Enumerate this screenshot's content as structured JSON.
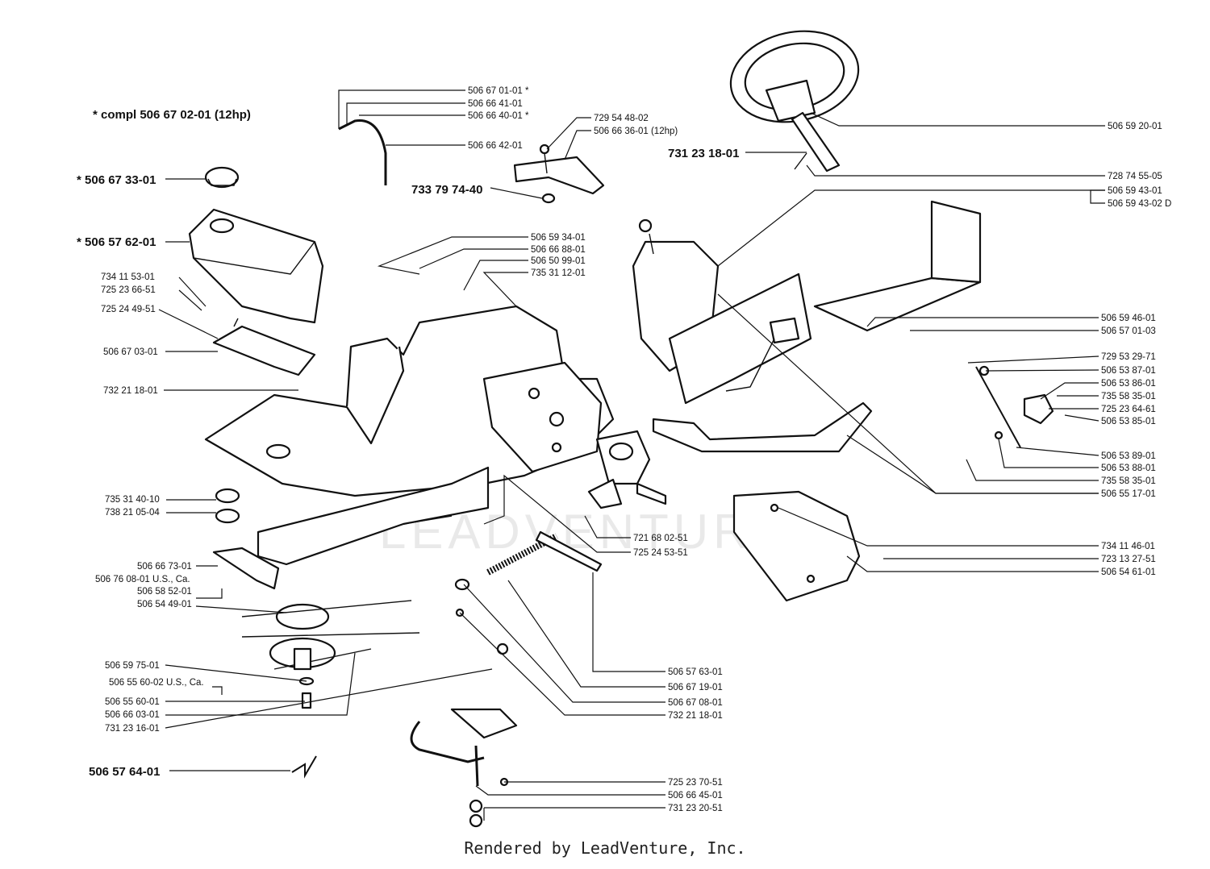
{
  "note": "* compl 506 67 02-01 (12hp)",
  "watermark": "LEADVENTURE",
  "footer": "Rendered by LeadVenture, Inc.",
  "labels": [
    {
      "text": "* 506 67 33-01",
      "big": true
    },
    {
      "text": "* 506 57 62-01",
      "big": true
    },
    {
      "text": "734 11 53-01"
    },
    {
      "text": "725 23 66-51"
    },
    {
      "text": "725 24 49-51"
    },
    {
      "text": "506 67 03-01"
    },
    {
      "text": "732 21 18-01"
    },
    {
      "text": "735 31 40-10"
    },
    {
      "text": "738 21 05-04"
    },
    {
      "text": "506 66 73-01"
    },
    {
      "text": "506 76 08-01 U.S., Ca."
    },
    {
      "text": "506 58 52-01"
    },
    {
      "text": "506 54 49-01"
    },
    {
      "text": "506 59 75-01"
    },
    {
      "text": "506 55 60-02 U.S., Ca."
    },
    {
      "text": "506 55 60-01"
    },
    {
      "text": "506 66 03-01"
    },
    {
      "text": "731 23 16-01"
    },
    {
      "text": "506 57 64-01",
      "big": true
    },
    {
      "text": "506 67 01-01 *"
    },
    {
      "text": "506 66 41-01"
    },
    {
      "text": "506 66 40-01 *"
    },
    {
      "text": "506 66 42-01"
    },
    {
      "text": "729 54 48-02"
    },
    {
      "text": "506 66 36-01 (12hp)"
    },
    {
      "text": "733 79 74-40",
      "big": true
    },
    {
      "text": "731 23 18-01",
      "big": true
    },
    {
      "text": "506 59 20-01"
    },
    {
      "text": "728 74 55-05"
    },
    {
      "text": "506 59 43-01"
    },
    {
      "text": "506 59 43-02 D"
    },
    {
      "text": "506 59 34-01"
    },
    {
      "text": "506 66 88-01"
    },
    {
      "text": "506 50 99-01"
    },
    {
      "text": "735 31 12-01"
    },
    {
      "text": "506 59 46-01"
    },
    {
      "text": "506 57 01-03"
    },
    {
      "text": "729 53 29-71"
    },
    {
      "text": "506 53 87-01"
    },
    {
      "text": "506 53 86-01"
    },
    {
      "text": "735 58 35-01"
    },
    {
      "text": "725 23 64-61"
    },
    {
      "text": "506 53 85-01"
    },
    {
      "text": "506 53 89-01"
    },
    {
      "text": "506 53 88-01"
    },
    {
      "text": "735 58 35-01"
    },
    {
      "text": "506 55 17-01"
    },
    {
      "text": "721 68 02-51"
    },
    {
      "text": "725 24 53-51"
    },
    {
      "text": "734 11 46-01"
    },
    {
      "text": "723 13 27-51"
    },
    {
      "text": "506 54 61-01"
    },
    {
      "text": "506 57 63-01"
    },
    {
      "text": "506 67 19-01"
    },
    {
      "text": "506 67 08-01"
    },
    {
      "text": "732 21 18-01"
    },
    {
      "text": "725 23 70-51"
    },
    {
      "text": "506 66 45-01"
    },
    {
      "text": "731 23 20-51"
    }
  ]
}
